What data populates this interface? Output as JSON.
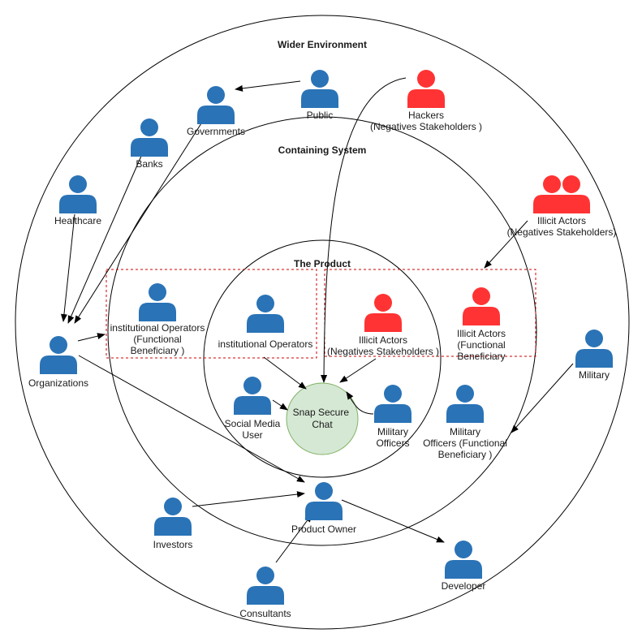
{
  "colors": {
    "stakeholder": "#2a73b6",
    "negative": "#ff3333",
    "core_fill": "#d5e8d4",
    "core_stroke": "#82b366",
    "zone_border": "#cc0000"
  },
  "icon": "person-icon",
  "rings": {
    "wider": "Wider Environment",
    "containing": "Containing System",
    "product": "The Product"
  },
  "core": {
    "lines": [
      "Snap Secure",
      "Chat"
    ]
  },
  "actors": {
    "public": {
      "lines": [
        "Public"
      ],
      "negative": false,
      "group": false
    },
    "hackers": {
      "lines": [
        "Hackers",
        "(Negatives Stakeholders )"
      ],
      "negative": true,
      "group": false
    },
    "governments": {
      "lines": [
        "Governments"
      ],
      "negative": false,
      "group": false
    },
    "banks": {
      "lines": [
        "Banks"
      ],
      "negative": false,
      "group": false
    },
    "healthcare": {
      "lines": [
        "Healthcare"
      ],
      "negative": false,
      "group": false
    },
    "illicit_outer": {
      "lines": [
        "Illicit  Actors",
        "(Negatives Stakeholders)"
      ],
      "negative": true,
      "group": true
    },
    "organizations": {
      "lines": [
        "Organizations"
      ],
      "negative": false,
      "group": false
    },
    "inst_functional": {
      "lines": [
        "institutional Operators",
        "(Functional",
        "Beneficiary )"
      ],
      "negative": false,
      "group": false
    },
    "inst_operators": {
      "lines": [
        "institutional  Operators"
      ],
      "negative": false,
      "group": false
    },
    "illicit_inner": {
      "lines": [
        "Illicit  Actors",
        "(Negatives Stakeholders )"
      ],
      "negative": true,
      "group": false
    },
    "illicit_functional": {
      "lines": [
        "Illicit  Actors",
        "(Functional",
        "Beneficiary"
      ],
      "negative": true,
      "group": false
    },
    "military": {
      "lines": [
        "Military"
      ],
      "negative": false,
      "group": false
    },
    "social_media": {
      "lines": [
        "Social Media",
        "User"
      ],
      "negative": false,
      "group": false
    },
    "military_officers": {
      "lines": [
        "Military",
        "Officers"
      ],
      "negative": false,
      "group": false
    },
    "military_functional": {
      "lines": [
        "Military",
        "Officers (Functional",
        "Beneficiary )"
      ],
      "negative": false,
      "group": false
    },
    "investors": {
      "lines": [
        "Investors"
      ],
      "negative": false,
      "group": false
    },
    "product_owner": {
      "lines": [
        "Product Owner"
      ],
      "negative": false,
      "group": false
    },
    "consultants": {
      "lines": [
        "Consultants"
      ],
      "negative": false,
      "group": false
    },
    "developer": {
      "lines": [
        "Developer"
      ],
      "negative": false,
      "group": false
    }
  },
  "connections": [
    {
      "from": "public",
      "to": "governments"
    },
    {
      "from": "governments",
      "to": "organizations"
    },
    {
      "from": "banks",
      "to": "organizations"
    },
    {
      "from": "healthcare",
      "to": "organizations"
    },
    {
      "from": "hackers",
      "to": "core"
    },
    {
      "from": "illicit_outer",
      "to": "illicit_functional"
    },
    {
      "from": "organizations",
      "to": "inst_functional"
    },
    {
      "from": "organizations",
      "to": "product_owner"
    },
    {
      "from": "inst_operators",
      "to": "core"
    },
    {
      "from": "illicit_inner",
      "to": "core"
    },
    {
      "from": "social_media",
      "to": "core"
    },
    {
      "from": "military_officers",
      "to": "core"
    },
    {
      "from": "military",
      "to": "military_functional"
    },
    {
      "from": "investors",
      "to": "product_owner"
    },
    {
      "from": "consultants",
      "to": "product_owner"
    },
    {
      "from": "product_owner",
      "to": "developer"
    }
  ]
}
